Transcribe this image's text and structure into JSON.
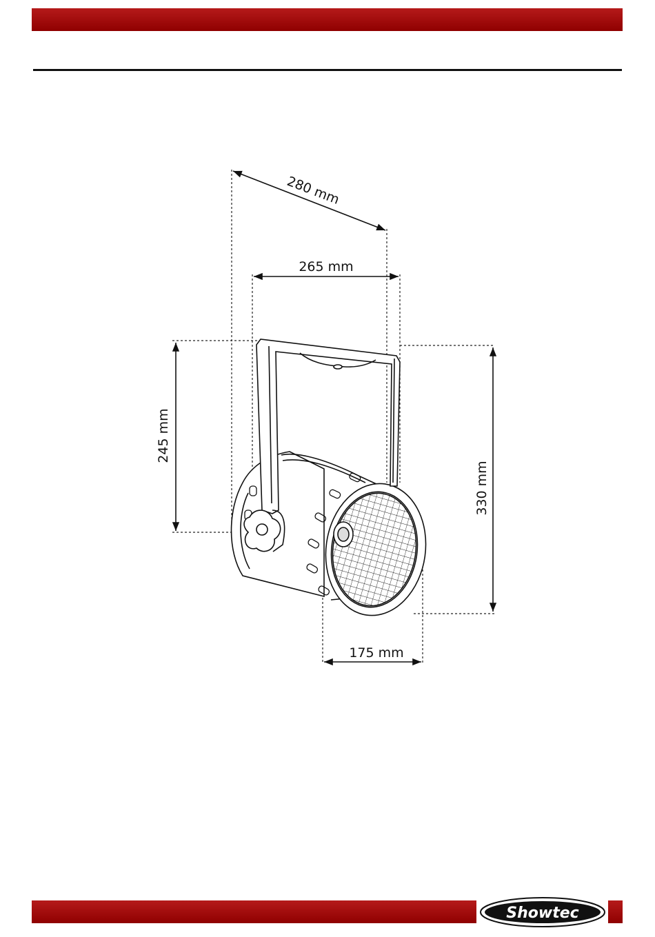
{
  "dimensions": {
    "depth_diagonal": "280 mm",
    "bracket_width": "265 mm",
    "height_body": "245 mm",
    "height_total": "330 mm",
    "front_diameter": "175 mm"
  },
  "brand": {
    "logo_text": "Showtec",
    "color_red": "#a00000"
  }
}
